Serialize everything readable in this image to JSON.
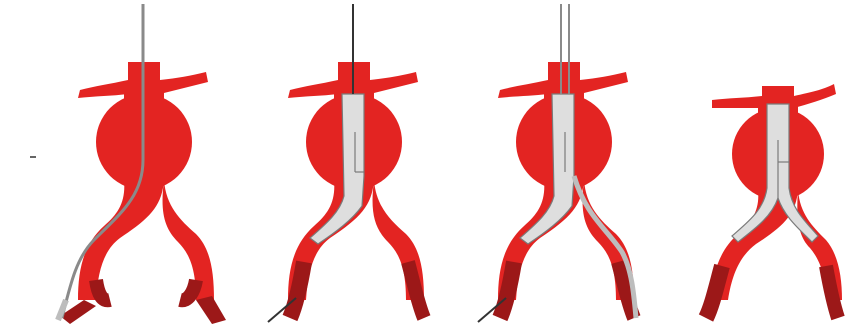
{
  "figure": {
    "panel_count": 4,
    "colors": {
      "vessel": "#e32422",
      "vessel_dark": "#9c1818",
      "graft": "#dedede",
      "graft_edge": "#8a8a8a",
      "wire": "#222222",
      "background": "#ffffff"
    },
    "panels": [
      {
        "step": 1,
        "stage": "guidewire-only",
        "iliac_limbs_deployed": "none"
      },
      {
        "step": 2,
        "stage": "main-body-deployed",
        "iliac_limbs_deployed": "left"
      },
      {
        "step": 3,
        "stage": "main-body-with-contralateral-wire",
        "iliac_limbs_deployed": "left"
      },
      {
        "step": 4,
        "stage": "complete-bifurcated-stent-graft",
        "iliac_limbs_deployed": "both"
      }
    ]
  }
}
